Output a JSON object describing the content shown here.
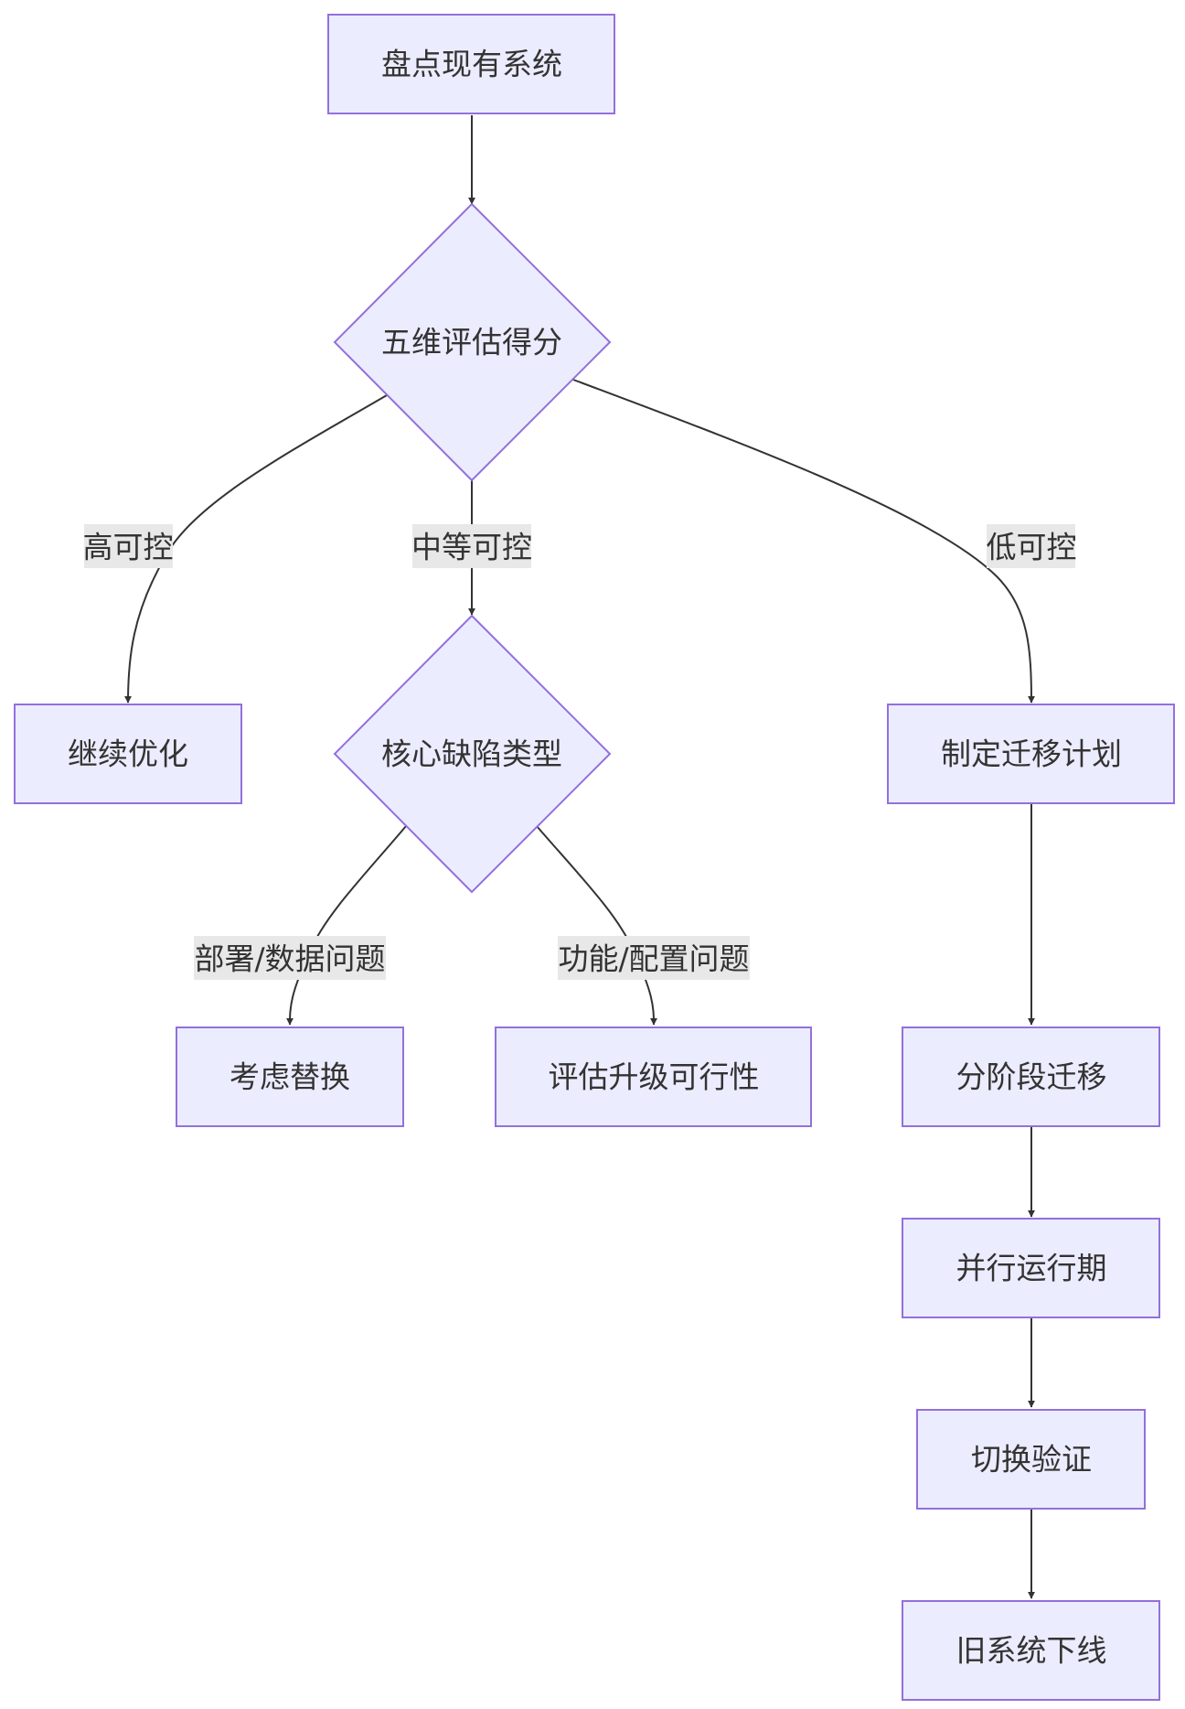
{
  "nodes": {
    "inventory": "盘点现有系统",
    "evaluate": "五维评估得分",
    "optimize": "继续优化",
    "defect_type": "核心缺陷类型",
    "migration_plan": "制定迁移计划",
    "replace": "考虑替换",
    "upgrade": "评估升级可行性",
    "phased_migration": "分阶段迁移",
    "parallel_run": "并行运行期",
    "switch_verify": "切换验证",
    "decommission": "旧系统下线"
  },
  "edges": {
    "high_control": "高可控",
    "medium_control": "中等可控",
    "low_control": "低可控",
    "deploy_data_issue": "部署/数据问题",
    "function_config_issue": "功能/配置问题"
  },
  "colors": {
    "node_fill": "#ECECFF",
    "node_stroke": "#9370DB",
    "edge": "#333333",
    "label_bg": "#E8E8E8",
    "text": "#333333"
  }
}
